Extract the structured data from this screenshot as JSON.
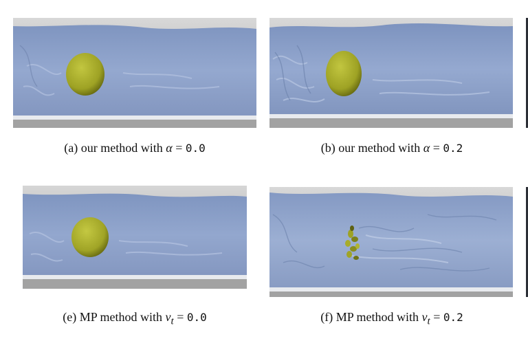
{
  "figure": {
    "panels": [
      {
        "id": "a",
        "label": "(a)",
        "text": "our method with",
        "symbol": "α",
        "subscript": "",
        "equals": "=",
        "value": "0.0",
        "object": "ball"
      },
      {
        "id": "b",
        "label": "(b)",
        "text": "our method with",
        "symbol": "α",
        "subscript": "",
        "equals": "=",
        "value": "0.2",
        "object": "ball"
      },
      {
        "id": "e",
        "label": "(e)",
        "text": "MP method with",
        "symbol": "v",
        "subscript": "t",
        "equals": "=",
        "value": "0.0",
        "object": "ball"
      },
      {
        "id": "f",
        "label": "(f)",
        "text": "MP method with",
        "symbol": "v",
        "subscript": "t",
        "equals": "=",
        "value": "0.2",
        "object": "fragments"
      }
    ],
    "colors": {
      "fluid": "#8ea2c8",
      "fluid_shadow": "#6f84ad",
      "background": "#b5b5b5",
      "ball": "#a8ad2a",
      "ball_dark": "#6f7318"
    }
  }
}
